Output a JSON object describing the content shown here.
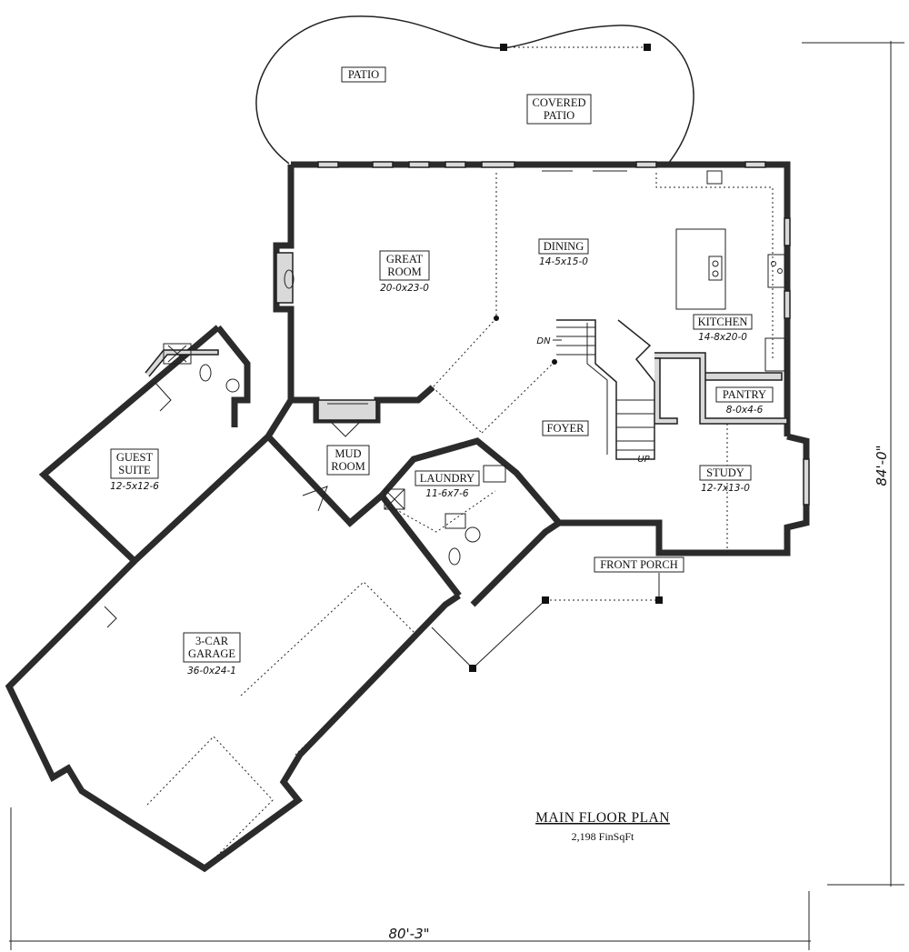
{
  "plan": {
    "title": "MAIN FLOOR PLAN",
    "area": "2,198 FinSqFt",
    "overall_width": "80'-3\"",
    "overall_depth": "84'-0\""
  },
  "rooms": {
    "patio": {
      "name": "PATIO"
    },
    "covered_patio": {
      "name_line1": "COVERED",
      "name_line2": "PATIO"
    },
    "great_room": {
      "name_line1": "GREAT",
      "name_line2": "ROOM",
      "size": "20-0x23-0"
    },
    "dining": {
      "name": "DINING",
      "size": "14-5x15-0"
    },
    "kitchen": {
      "name": "KITCHEN",
      "size": "14-8x20-0"
    },
    "pantry": {
      "name": "PANTRY",
      "size": "8-0x4-6"
    },
    "foyer": {
      "name": "FOYER"
    },
    "study": {
      "name": "STUDY",
      "size": "12-7x13-0"
    },
    "guest_suite": {
      "name_line1": "GUEST",
      "name_line2": "SUITE",
      "size": "12-5x12-6"
    },
    "mud_room": {
      "name_line1": "MUD",
      "name_line2": "ROOM"
    },
    "laundry": {
      "name": "LAUNDRY",
      "size": "11-6x7-6"
    },
    "front_porch": {
      "name": "FRONT PORCH"
    },
    "garage": {
      "name_line1": "3-CAR",
      "name_line2": "GARAGE",
      "size": "36-0x24-1"
    }
  },
  "stairs": {
    "down_label": "DN",
    "up_label": "UP"
  }
}
